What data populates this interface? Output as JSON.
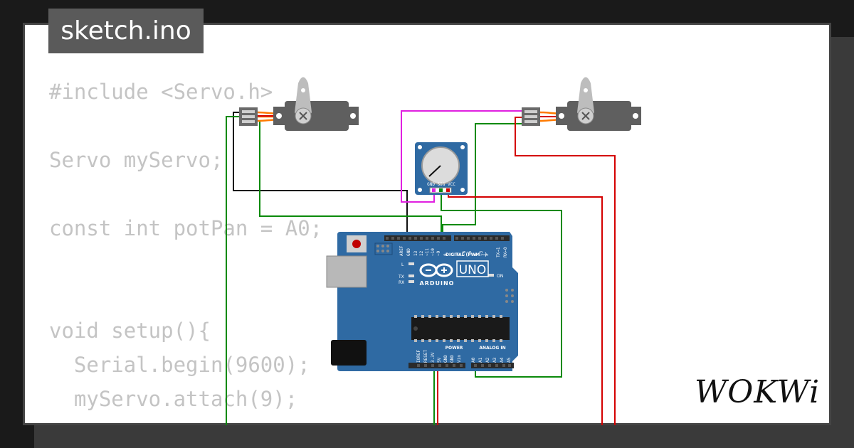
{
  "tab": {
    "title": "sketch.ino"
  },
  "code": {
    "lines": [
      "#include <Servo.h>",
      "",
      "Servo myServo;",
      "",
      "const int potPan = A0;",
      "",
      "",
      "void setup(){",
      "  Serial.begin(9600);",
      "  myServo.attach(9);",
      "}"
    ]
  },
  "brand": {
    "name": "WOKWi"
  },
  "board": {
    "model": "UNO",
    "maker": "ARDUINO",
    "digital_header_label": "DIGITAL (PWM ~)",
    "power_label": "POWER",
    "analog_label": "ANALOG IN",
    "led_l": "L",
    "led_tx": "TX",
    "led_rx": "RX",
    "led_on": "ON",
    "digital_pins": [
      "AREF",
      "GND",
      "13",
      "12",
      "~11",
      "~10",
      "~9",
      "8",
      "7",
      "~6",
      "~5",
      "4",
      "~3",
      "2",
      "TX→1",
      "RX←0"
    ],
    "power_pins": [
      "IOREF",
      "RESET",
      "3.3V",
      "5V",
      "GND",
      "GND",
      "Vin"
    ],
    "analog_pins": [
      "A0",
      "A1",
      "A2",
      "A3",
      "A4",
      "A5"
    ]
  },
  "potentiometer": {
    "pin_labels": "GND SIG VCC"
  },
  "colors": {
    "background": "#1a1a1a",
    "card": "#ffffff",
    "tab": "#5a5a5a",
    "code_text": "#c4c4c4",
    "board": "#2f6aa3",
    "wire_green": "#0a8a0a",
    "wire_red": "#d40000",
    "wire_black": "#111111",
    "wire_magenta": "#e020e0",
    "servo_body": "#5f5f5f",
    "servo_horn": "#bdbdbd"
  }
}
